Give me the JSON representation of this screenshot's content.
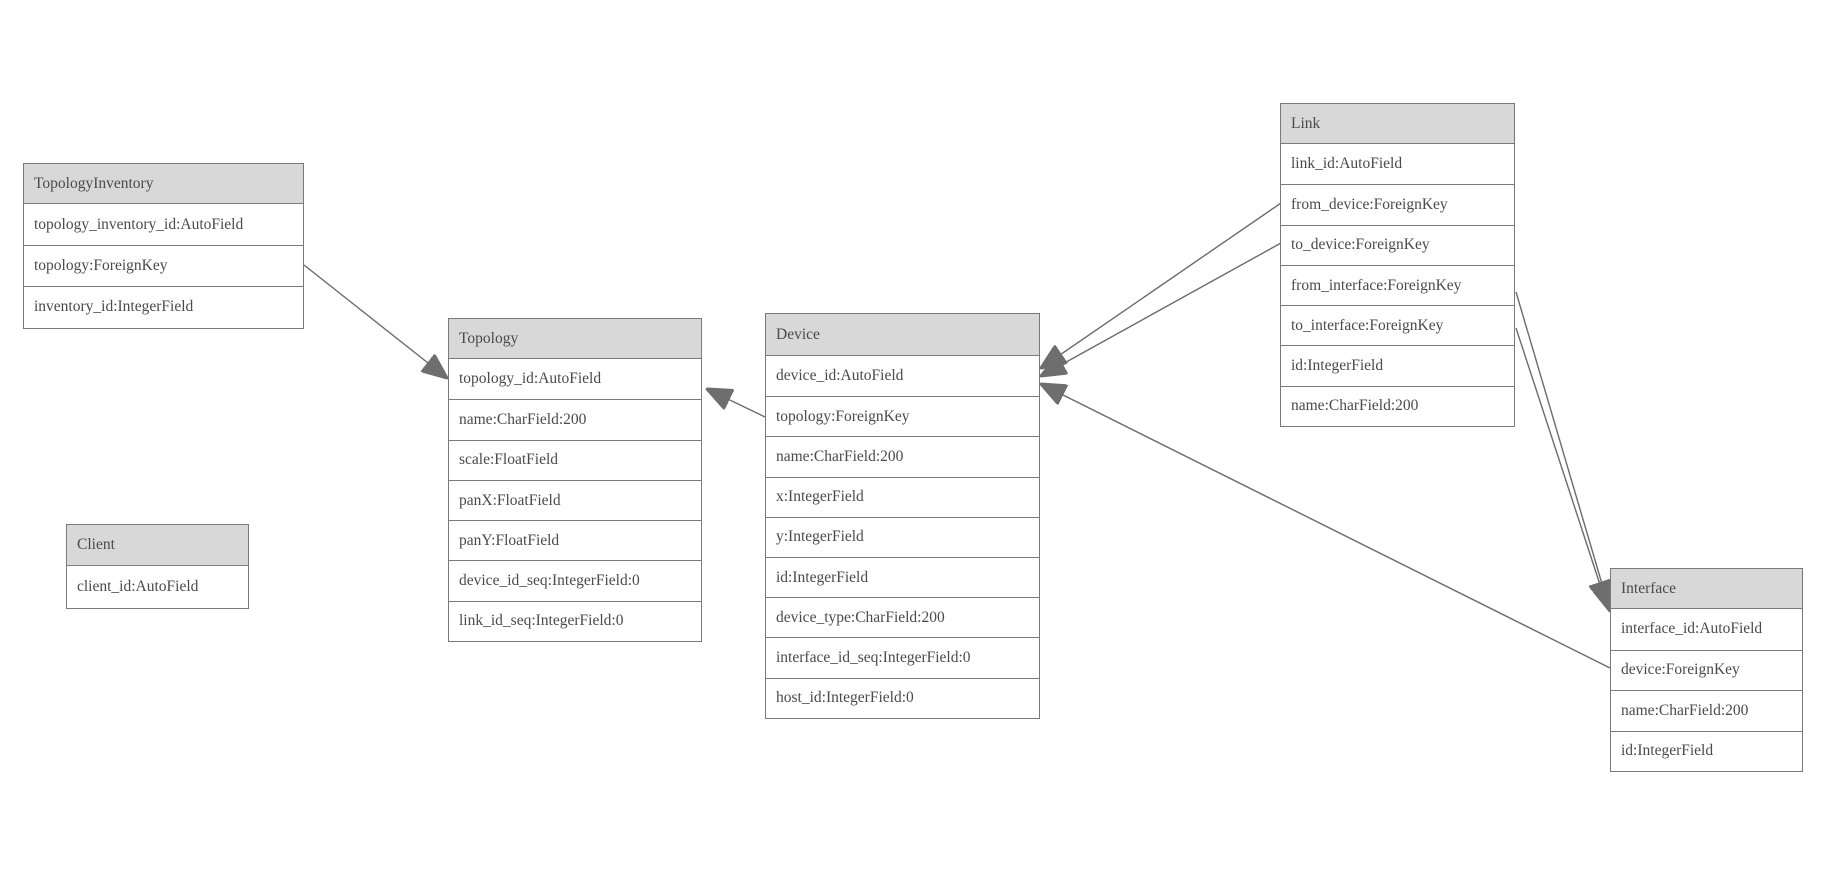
{
  "diagram": {
    "kind": "database-model-graph",
    "colors": {
      "header_fill": "#d8d8d8",
      "box_border": "#7a7a7a",
      "text": "#4a4a4a",
      "edge": "#6b6b6b",
      "arrowhead": "#6e6e6e",
      "background": "#ffffff"
    }
  },
  "entities": [
    {
      "name": "TopologyInventory",
      "fields": [
        "topology_inventory_id:AutoField",
        "topology:ForeignKey",
        "inventory_id:IntegerField"
      ]
    },
    {
      "name": "Topology",
      "fields": [
        "topology_id:AutoField",
        "name:CharField:200",
        "scale:FloatField",
        "panX:FloatField",
        "panY:FloatField",
        "device_id_seq:IntegerField:0",
        "link_id_seq:IntegerField:0"
      ]
    },
    {
      "name": "Client",
      "fields": [
        "client_id:AutoField"
      ]
    },
    {
      "name": "Device",
      "fields": [
        "device_id:AutoField",
        "topology:ForeignKey",
        "name:CharField:200",
        "x:IntegerField",
        "y:IntegerField",
        "id:IntegerField",
        "device_type:CharField:200",
        "interface_id_seq:IntegerField:0",
        "host_id:IntegerField:0"
      ]
    },
    {
      "name": "Link",
      "fields": [
        "link_id:AutoField",
        "from_device:ForeignKey",
        "to_device:ForeignKey",
        "from_interface:ForeignKey",
        "to_interface:ForeignKey",
        "id:IntegerField",
        "name:CharField:200"
      ]
    },
    {
      "name": "Interface",
      "fields": [
        "interface_id:AutoField",
        "device:ForeignKey",
        "name:CharField:200",
        "id:IntegerField"
      ]
    }
  ],
  "relationships": [
    {
      "from": "TopologyInventory.topology",
      "to": "Topology"
    },
    {
      "from": "Device.topology",
      "to": "Topology"
    },
    {
      "from": "Link.from_device",
      "to": "Device"
    },
    {
      "from": "Link.to_device",
      "to": "Device"
    },
    {
      "from": "Interface.device",
      "to": "Device"
    },
    {
      "from": "Link.from_interface",
      "to": "Interface"
    },
    {
      "from": "Link.to_interface",
      "to": "Interface"
    }
  ]
}
